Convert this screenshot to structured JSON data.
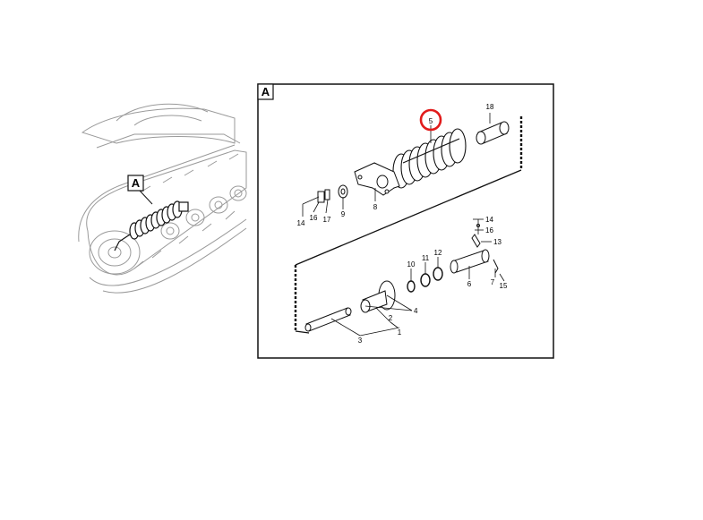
{
  "overview": {
    "callout_letter": "A"
  },
  "detail": {
    "frame_letter": "A",
    "highlight_color": "#e11b1b",
    "highlighted_part": "5",
    "part_labels": {
      "p1": "1",
      "p2": "2",
      "p3": "3",
      "p4": "4",
      "p5": "5",
      "p6": "6",
      "p7": "7",
      "p8": "8",
      "p9": "9",
      "p10": "10",
      "p11": "11",
      "p12": "12",
      "p13": "13",
      "p14a": "14",
      "p14b": "14",
      "p15": "15",
      "p16a": "16",
      "p16b": "16",
      "p17": "17",
      "p18": "18"
    }
  }
}
